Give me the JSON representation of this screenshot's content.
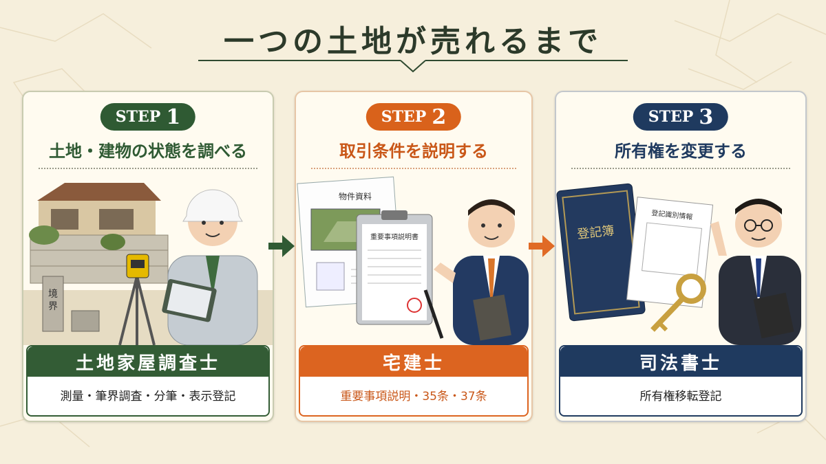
{
  "title": "一つの土地が売れるまで",
  "steps": [
    {
      "step_label": "STEP",
      "step_num": "1",
      "heading": "土地・建物の状態を調べる",
      "role": "土地家屋調査士",
      "duties": "測量・筆界調査・分筆・表示登記",
      "illustration_text": "境界"
    },
    {
      "step_label": "STEP",
      "step_num": "2",
      "heading": "取引条件を説明する",
      "role": "宅建士",
      "duties": "重要事項説明・35条・37条",
      "doc1_title": "物件資料",
      "doc2_title": "重要事項説明書"
    },
    {
      "step_label": "STEP",
      "step_num": "3",
      "heading": "所有権を変更する",
      "role": "司法書士",
      "duties": "所有権移転登記",
      "book_title": "登記簿",
      "doc_title": "登記識別情報"
    }
  ],
  "colors": {
    "step1": "#2f5a33",
    "step2": "#d9621b",
    "step3": "#1f3a5f",
    "background": "#f6efdc"
  },
  "icons": [
    "arrow-right-icon"
  ]
}
